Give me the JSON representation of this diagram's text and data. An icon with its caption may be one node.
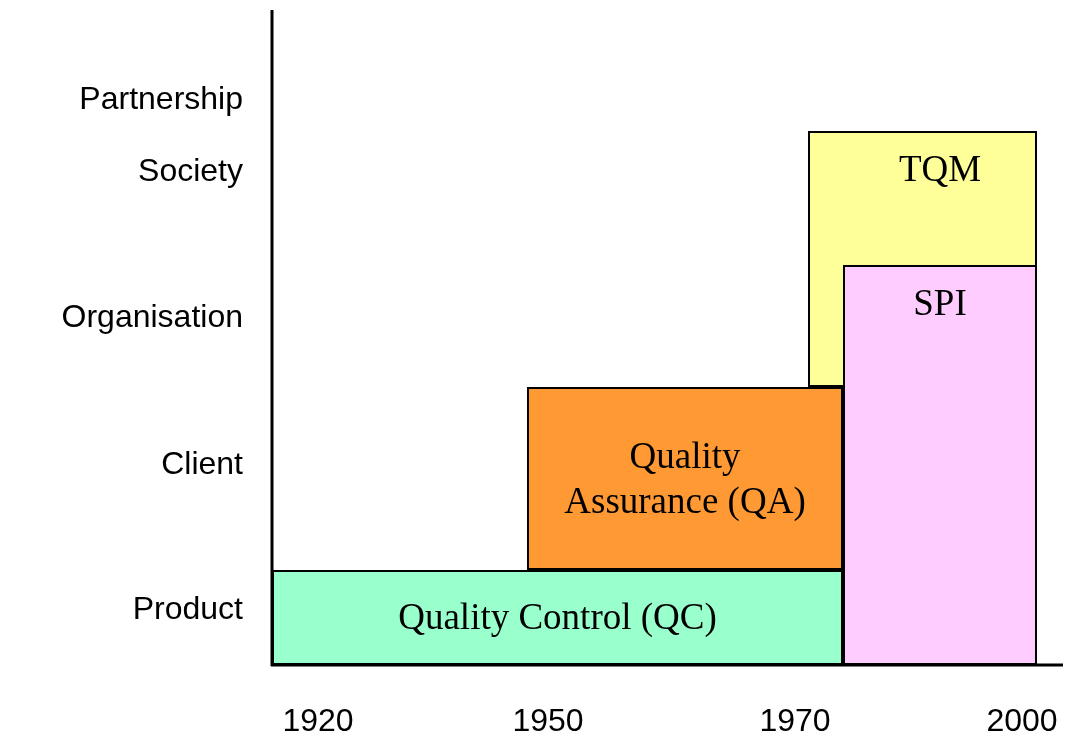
{
  "diagram": {
    "nodes": [
      {
        "text": [
          "Quality Control (QC)"
        ]
      },
      {
        "text": [
          "Quality Assurance (QA)"
        ]
      },
      {
        "text": [
          "TQM"
        ]
      },
      {
        "text": [
          "SPI"
        ]
      },
      {
        "text": [],
        "shape": "bar"
      }
    ],
    "labels": [
      "Partnership",
      "Society",
      "Organisation",
      "Client",
      "Product",
      "1920",
      "1950",
      "1970",
      "2000"
    ]
  }
}
